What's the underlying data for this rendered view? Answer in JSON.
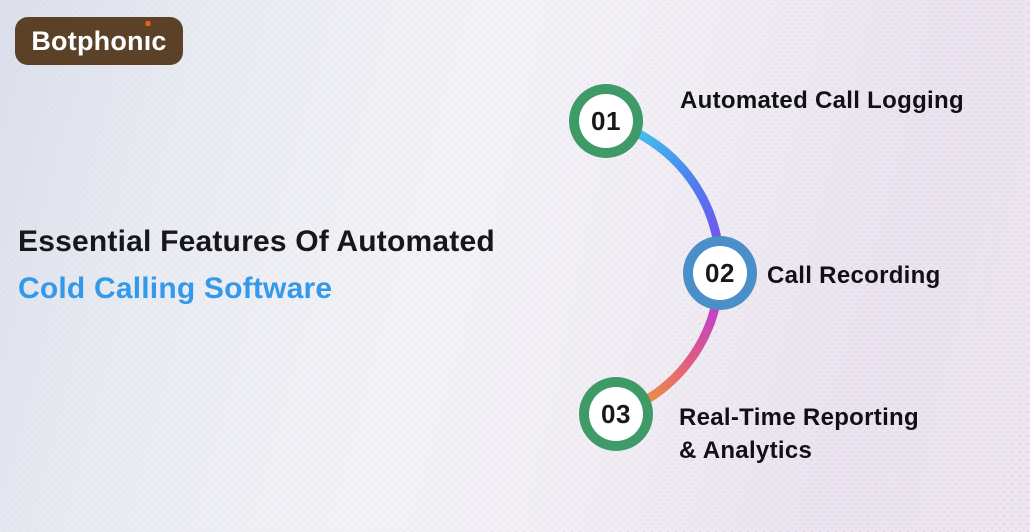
{
  "logo": {
    "brand_pre": "Botphon",
    "brand_i": "ı",
    "brand_post": "c",
    "full_text": "Botphonic",
    "bg_color": "#5A4127",
    "text_color": "#FFFFFF",
    "i_dot_color": "#E8611C"
  },
  "title": {
    "line1": "Essential Features Of Automated",
    "line2": "Cold Calling Software",
    "line1_color": "#17171B",
    "line2_color": "#3399EB"
  },
  "features": [
    {
      "number": "01",
      "label": "Automated Call Logging",
      "ring_color": "#3E9B68"
    },
    {
      "number": "02",
      "label": "Call Recording",
      "ring_color": "#4B8FC8"
    },
    {
      "number": "03",
      "label": "Real-Time Reporting & Analytics",
      "label_line1": "Real-Time Reporting",
      "label_line2": "& Analytics",
      "ring_color": "#3E9B68"
    }
  ],
  "curve": {
    "segment1_gradient": [
      "#41C9EA",
      "#4E7BF0",
      "#7D4DE9"
    ],
    "segment2_gradient": [
      "#BB3BD9",
      "#DD5A85",
      "#F0923F"
    ]
  }
}
